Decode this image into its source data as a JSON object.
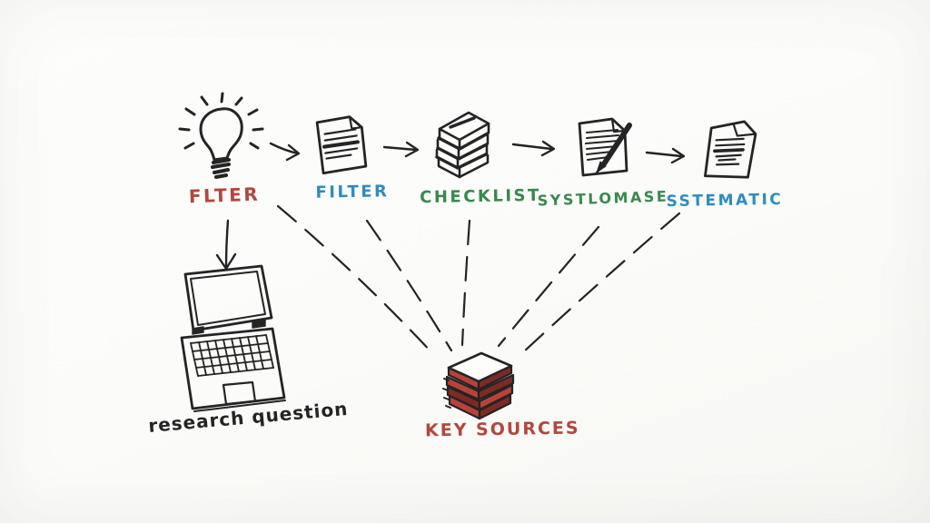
{
  "diagram": {
    "type": "hand-drawn research workflow sketch",
    "pipeline": [
      {
        "icon": "lightbulb-icon",
        "label": "FLTER",
        "color_role": "red"
      },
      {
        "icon": "document-icon",
        "label": "FILTER",
        "color_role": "blue"
      },
      {
        "icon": "book-stack-icon",
        "label": "CHECKLIST",
        "color_role": "green"
      },
      {
        "icon": "document-pen-icon",
        "label": "SYSTLOMASE",
        "color_role": "green"
      },
      {
        "icon": "tilted-document-icon",
        "label": "SSTEMATIC",
        "color_role": "blue"
      }
    ],
    "research_question": {
      "icon": "laptop-icon",
      "label": "research question",
      "color_role": "ink"
    },
    "key_sources": {
      "icon": "red-books-stack-icon",
      "label": "KEY SOURCES",
      "color_role": "red"
    },
    "connectors": {
      "solid_arrows_between_pipeline_icons": 4,
      "solid_down_arrow": "from FLTER label to laptop",
      "dashed_lines_converging_to_key_sources": 5
    }
  },
  "colors": {
    "ink": "#242424",
    "red": "#b2473f",
    "blue": "#2f8cbf",
    "green": "#38894e",
    "book-red": "#b8423a",
    "book-dark": "#7e2a24",
    "paper": "#fbfbf9"
  }
}
